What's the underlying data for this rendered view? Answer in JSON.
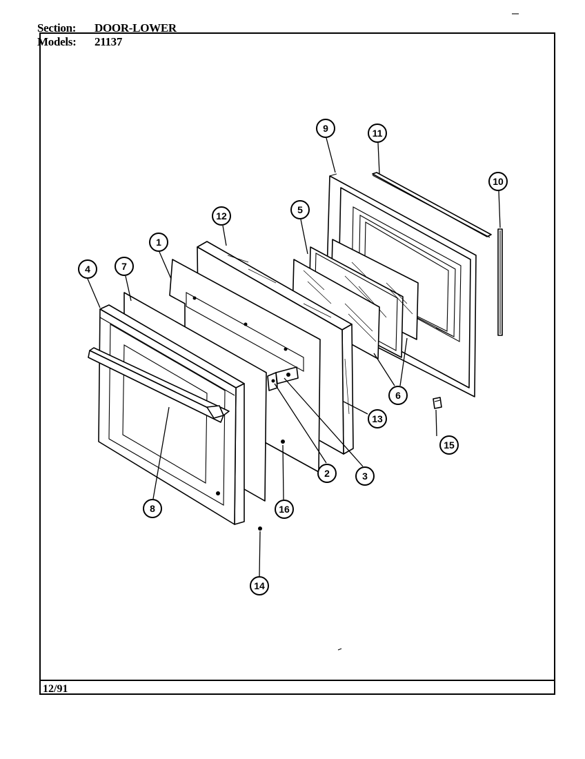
{
  "header": {
    "section_label": "Section:",
    "section_value": "DOOR-LOWER",
    "models_label": "Models:",
    "models_value": "21137"
  },
  "footer": {
    "date": "12/91"
  },
  "callouts": [
    "1",
    "2",
    "3",
    "4",
    "5",
    "6",
    "7",
    "8",
    "9",
    "10",
    "11",
    "12",
    "13",
    "14",
    "15",
    "16"
  ]
}
